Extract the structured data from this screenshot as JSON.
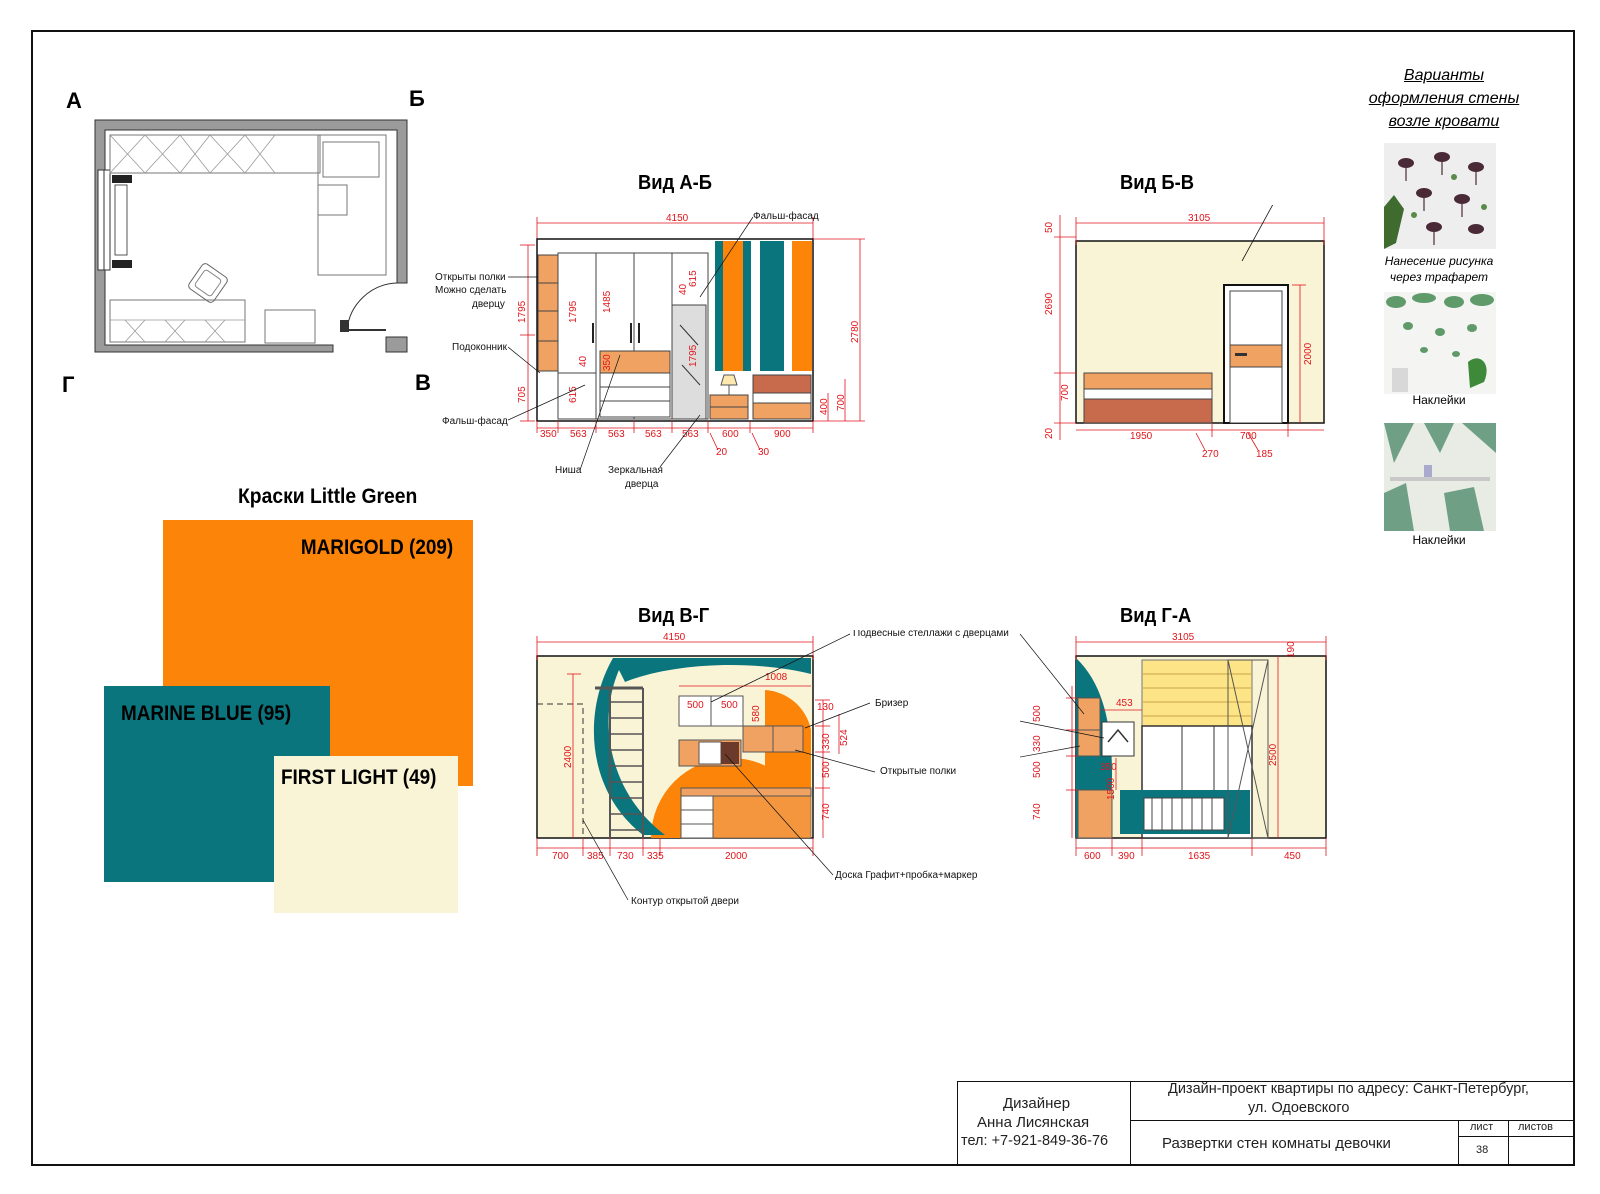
{
  "corners": {
    "a": "А",
    "b": "Б",
    "v": "В",
    "g": "Г"
  },
  "views": {
    "ab": {
      "title": "Вид А-Б",
      "labels": {
        "open_shelves": "Открыты полки",
        "can_make": "Можно сделать",
        "door": "дверцу",
        "sill": "Подоконник",
        "false_facade_left": "Фальш-фасад",
        "false_facade_top": "Фальш-фасад",
        "niche": "Ниша",
        "mirror": "Зеркальная",
        "mirror2": "дверца"
      },
      "dims": {
        "total": "4150",
        "h_total": "2780",
        "h700": "700",
        "h400": "400",
        "v1795a": "1795",
        "v1795b": "1795",
        "v1485": "1485",
        "v705": "705",
        "v615": "615",
        "v40": "40",
        "v350": "350",
        "v615b": "615",
        "v40b": "40",
        "v1795c": "1795",
        "b350": "350",
        "b563a": "563",
        "b563b": "563",
        "b563c": "563",
        "b563d": "563",
        "b600": "600",
        "b900": "900",
        "b20": "20",
        "b30": "30"
      }
    },
    "bv": {
      "title": "Вид Б-В",
      "dims": {
        "total": "3105",
        "v50": "50",
        "v2690": "2690",
        "v700": "700",
        "v20": "20",
        "v2000": "2000",
        "b1950": "1950",
        "b700": "700",
        "b270": "270",
        "b185": "185"
      }
    },
    "vg": {
      "title": "Вид В-Г",
      "labels": {
        "hanging": "Подвесные стеллажи с дверцами",
        "breezer": "Бризер",
        "open_shelves": "Открытые полки",
        "board": "Доска Графит+пробка+маркер",
        "door_contour": "Контур открытой двери"
      },
      "dims": {
        "total": "4150",
        "v2400": "2400",
        "d1008": "1008",
        "d500a": "500",
        "d500b": "500",
        "v580": "580",
        "v130": "130",
        "v330": "330",
        "v524": "524",
        "v500": "500",
        "v740": "740",
        "b700": "700",
        "b385": "385",
        "b730": "730",
        "b335": "335",
        "b2000": "2000"
      }
    },
    "ga": {
      "title": "Вид Г-А",
      "dims": {
        "total": "3105",
        "v190": "190",
        "v500a": "500",
        "v330": "330",
        "v500b": "500",
        "v740": "740",
        "d453": "453",
        "d350": "350",
        "v1500": "1500",
        "v2500": "2500",
        "b600": "600",
        "b390": "390",
        "b1635": "1635",
        "b450": "450"
      }
    }
  },
  "paints": {
    "title": "Краски Little Green",
    "swatches": [
      {
        "name": "MARIGOLD (209)",
        "color": "#fc8408"
      },
      {
        "name": "MARINE BLUE (95)",
        "color": "#0b757e"
      },
      {
        "name": "FIRST LIGHT (49)",
        "color": "#faf4d6"
      }
    ]
  },
  "options": {
    "title_lines": [
      "Варианты",
      "оформления стены",
      "возле кровати"
    ],
    "items": [
      {
        "caption1": "Нанесение рисунка",
        "caption2": "через трафарет"
      },
      {
        "caption1": "Наклейки"
      },
      {
        "caption1": "Наклейки"
      }
    ]
  },
  "title_block": {
    "designer_role": "Дизайнер",
    "designer_name": "Анна Лисянская",
    "phone": "тел: +7-921-849-36-76",
    "project_line1": "Дизайн-проект квартиры по адресу: Санкт-Петербург,",
    "project_line2": "ул. Одоевского",
    "sheet_title": "Развертки стен комнаты девочки",
    "sheet_label": "лист",
    "sheets_label": "листов",
    "sheet_number": "38",
    "sheets_total": ""
  },
  "colors": {
    "orange": "#fc8408",
    "teal": "#0b757e",
    "cream": "#faf4d6",
    "dim_red": "#e0151b",
    "wood": "#f0a263",
    "brick": "#c86a4c"
  }
}
